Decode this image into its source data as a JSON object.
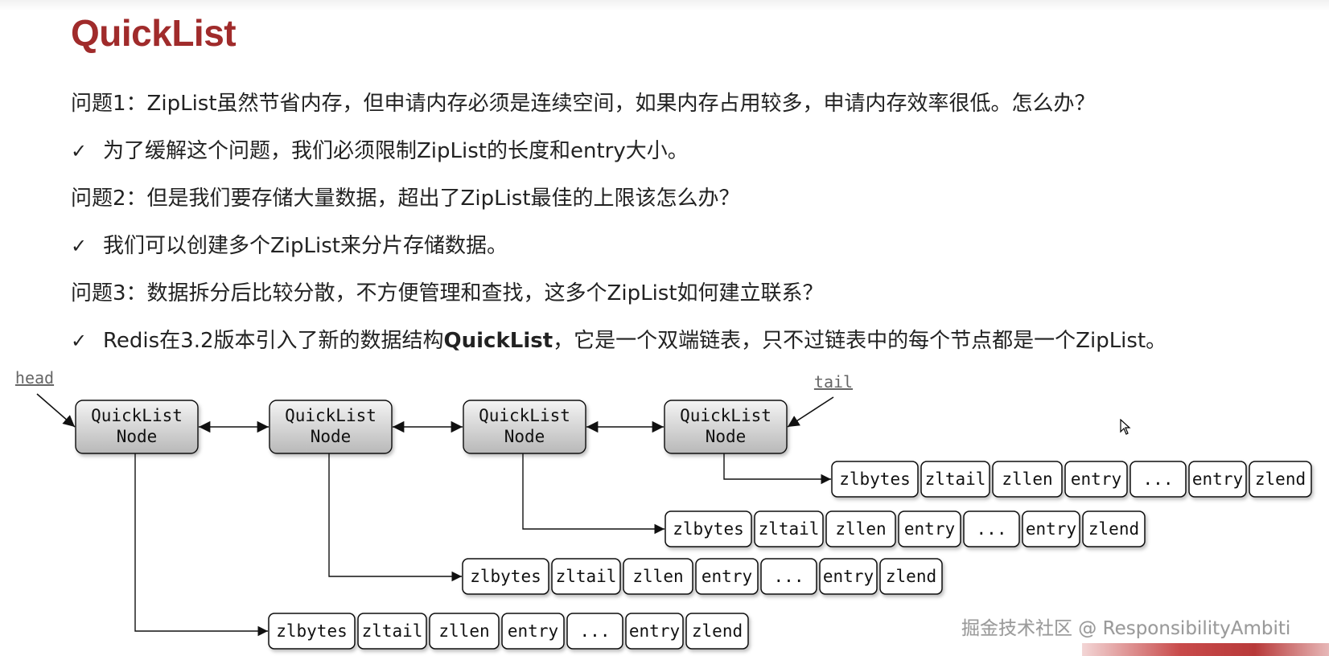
{
  "title": "QuickList",
  "lines": [
    {
      "type": "question",
      "text": "问题1：ZipList虽然节省内存，但申请内存必须是连续空间，如果内存占用较多，申请内存效率很低。怎么办？"
    },
    {
      "type": "answer",
      "text": "为了缓解这个问题，我们必须限制ZipList的长度和entry大小。"
    },
    {
      "type": "question",
      "text": "问题2：但是我们要存储大量数据，超出了ZipList最佳的上限该怎么办？"
    },
    {
      "type": "answer",
      "text": "我们可以创建多个ZipList来分片存储数据。"
    },
    {
      "type": "question",
      "text": "问题3：数据拆分后比较分散，不方便管理和查找，这多个ZipList如何建立联系？"
    },
    {
      "type": "answer",
      "text_before": "Redis在3.2版本引入了新的数据结构",
      "text_bold": "QuickList",
      "text_after": "，它是一个双端链表，只不过链表中的每个节点都是一个ZipList。"
    }
  ],
  "check_symbol": "✓",
  "diagram": {
    "head_label": "head",
    "tail_label": "tail",
    "node_label_line1": "QuickList",
    "node_label_line2": "Node",
    "node_count": 4,
    "ziplist_cells": [
      "zlbytes",
      "zltail",
      "zllen",
      "entry",
      "...",
      "entry",
      "zlend"
    ],
    "colors": {
      "node_fill_top": "#f4f4f4",
      "node_fill_bottom": "#b8b8b8",
      "stroke": "#111111"
    }
  },
  "watermark": "掘金技术社区 @ ResponsibilityAmbiti"
}
